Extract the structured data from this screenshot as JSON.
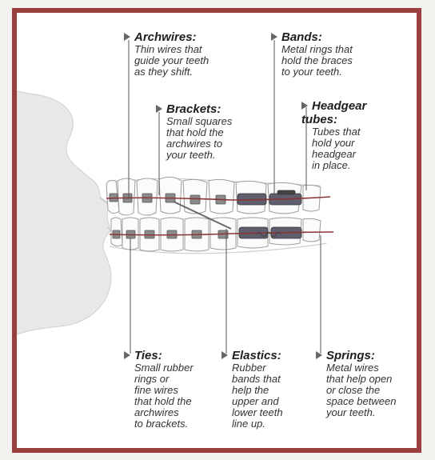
{
  "labels": {
    "archwires": {
      "title": "Archwires:",
      "desc": "Thin wires that\nguide your teeth\nas they shift."
    },
    "bands": {
      "title": "Bands:",
      "desc": "Metal rings that\nhold the braces\nto your teeth."
    },
    "brackets": {
      "title": "Brackets:",
      "desc": "Small squares\nthat hold the\narchwires to\nyour teeth."
    },
    "headgear_tubes": {
      "title": "Headgear\ntubes:",
      "desc": "Tubes that\nhold your\nheadgear\nin place."
    },
    "ties": {
      "title": "Ties:",
      "desc": "Small rubber\nrings or\nfine wires\nthat hold the\narchwires\nto brackets."
    },
    "elastics": {
      "title": "Elastics:",
      "desc": "Rubber\nbands that\nhelp the\nupper and\nlower teeth\nline up."
    },
    "springs": {
      "title": "Springs:",
      "desc": "Metal wires\nthat help open\nor close the\nspace between\nyour teeth."
    }
  },
  "colors": {
    "border": "#9a3f3f",
    "face_shade": "#e6e6e6",
    "tooth_fill": "#fbfbfb",
    "bracket": "#8a8a8a",
    "band": "#5e5e6e",
    "archwire": "#8a3535",
    "pointer_line": "#555555"
  }
}
